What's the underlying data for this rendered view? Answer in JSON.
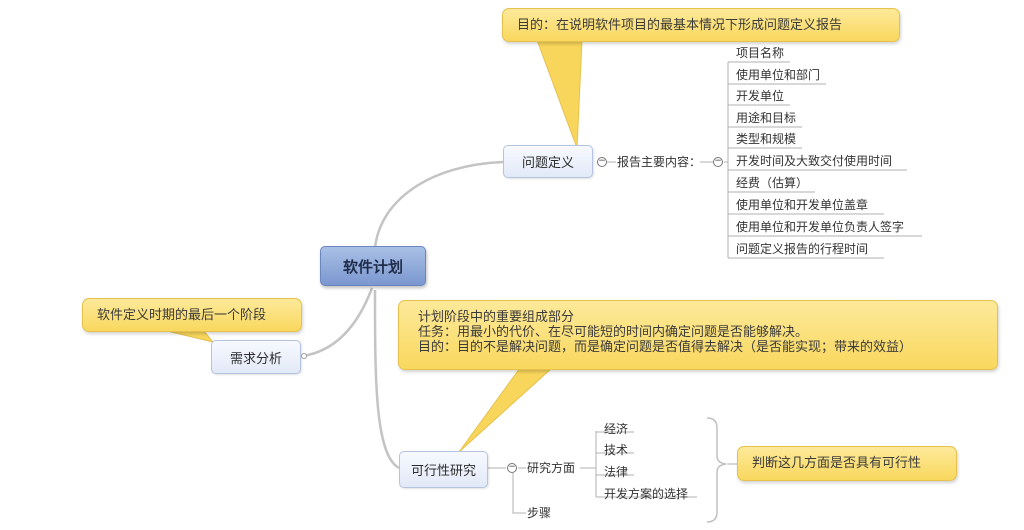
{
  "central": "软件计划",
  "topics": {
    "problem_def": {
      "label": "问题定义",
      "callout": "目的：在说明软件项目的最基本情况下形成问题定义报告",
      "sub_label": "报告主要内容：",
      "items": [
        "项目名称",
        "使用单位和部门",
        "开发单位",
        "用途和目标",
        "类型和规模",
        "开发时间及大致交付使用时间",
        "经费（估算）",
        "使用单位和开发单位盖章",
        "使用单位和开发单位负责人签字",
        "问题定义报告的行程时间"
      ]
    },
    "requirements": {
      "label": "需求分析",
      "callout": "软件定义时期的最后一个阶段"
    },
    "feasibility": {
      "label": "可行性研究",
      "callout_lines": [
        "计划阶段中的重要组成部分",
        "任务：用最小的代价、在尽可能短的时间内确定问题是否能够解决。",
        "目的：目的不是解决问题，而是确定问题是否值得去解决（是否能实现；带来的效益）"
      ],
      "research_label": "研究方面",
      "research_items": [
        "经济",
        "技术",
        "法律",
        "开发方案的选择"
      ],
      "summary": "判断这几方面是否具有可行性",
      "steps_label": "步骤"
    }
  },
  "toggle_symbol": "−"
}
